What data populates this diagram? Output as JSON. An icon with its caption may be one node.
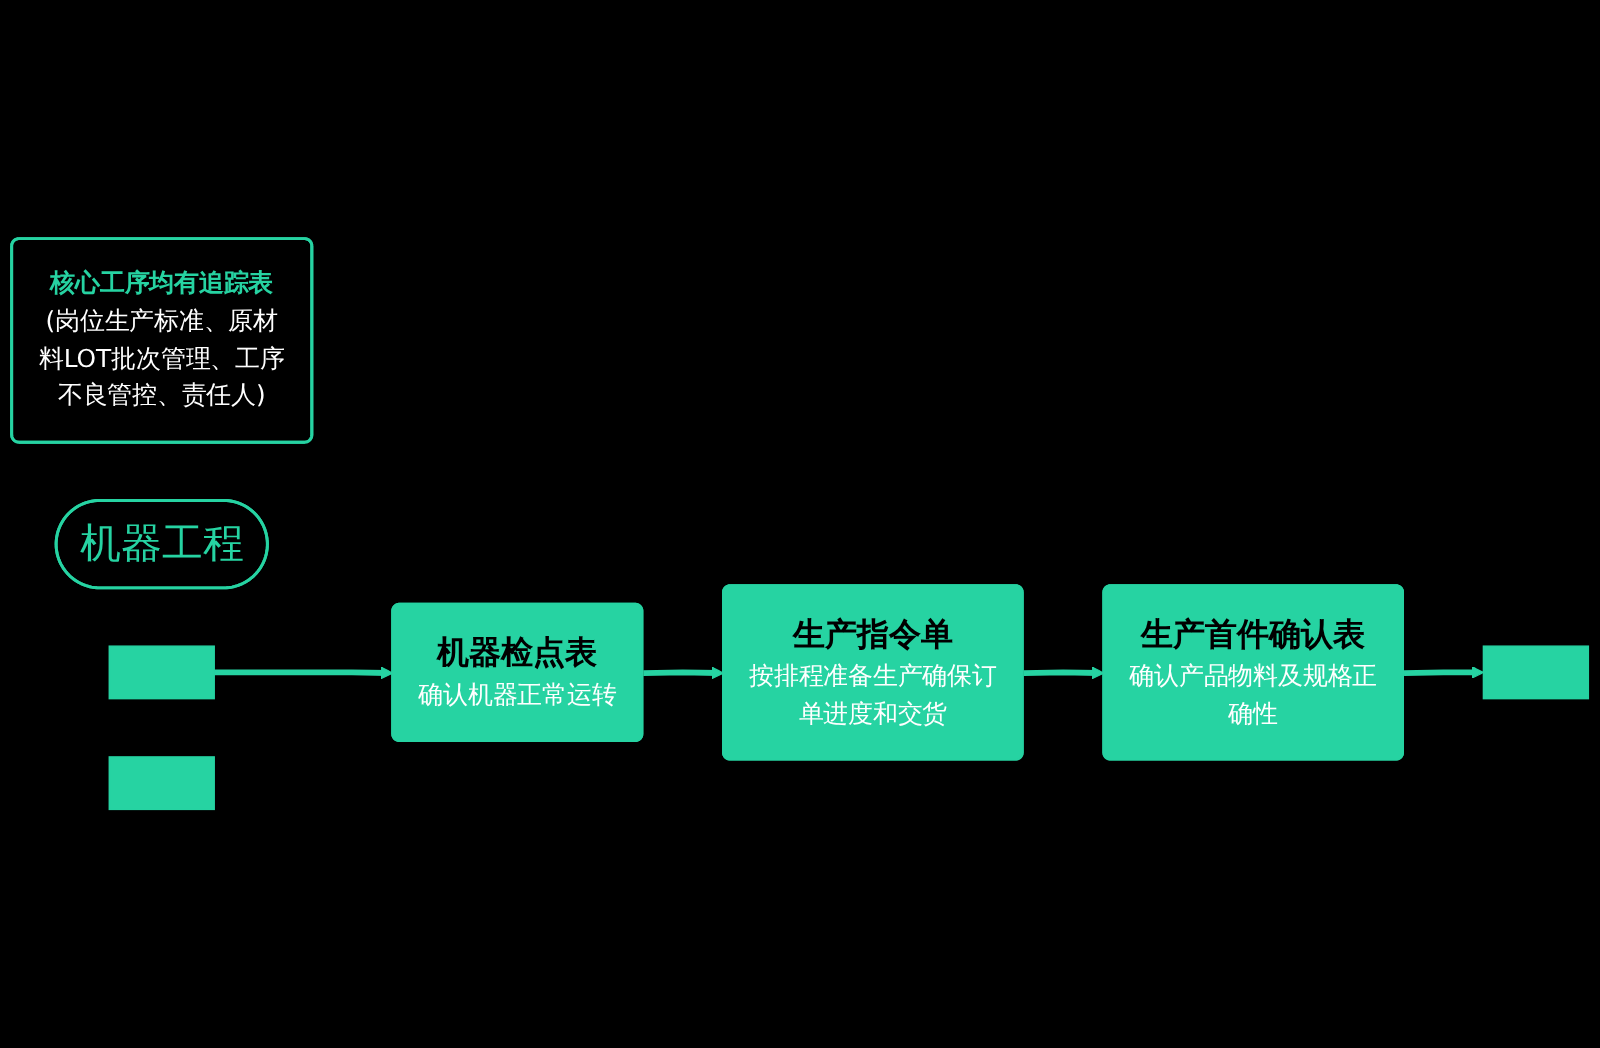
{
  "diagram": {
    "nodes": [
      {
        "text": [
          "核心工序均有追踪表",
          "(岗位生产标准、原材料LOT批次管理、工序不良管控、责任人)"
        ]
      },
      {
        "text": [
          "机器检点表",
          "确认机器正常运转"
        ]
      },
      {
        "text": [
          "生产指令单",
          "按排程准备生产确保订单进度和交货"
        ]
      },
      {
        "text": [
          "生产首件确认表",
          "确认产品物料及规格正确性"
        ]
      },
      {
        "text": [
          "机器工程"
        ]
      },
      {
        "text": [],
        "shape": "box"
      },
      {
        "text": [],
        "shape": "box"
      },
      {
        "text": [],
        "shape": "box"
      }
    ],
    "edges": [
      {
        "from": 1,
        "to": 2,
        "arrow": "to"
      },
      {
        "from": 2,
        "to": 3,
        "arrow": "to"
      },
      {
        "from": 5,
        "to": 1,
        "arrow": "to"
      },
      {
        "from": 3,
        "to": 7,
        "arrow": "to"
      }
    ]
  }
}
